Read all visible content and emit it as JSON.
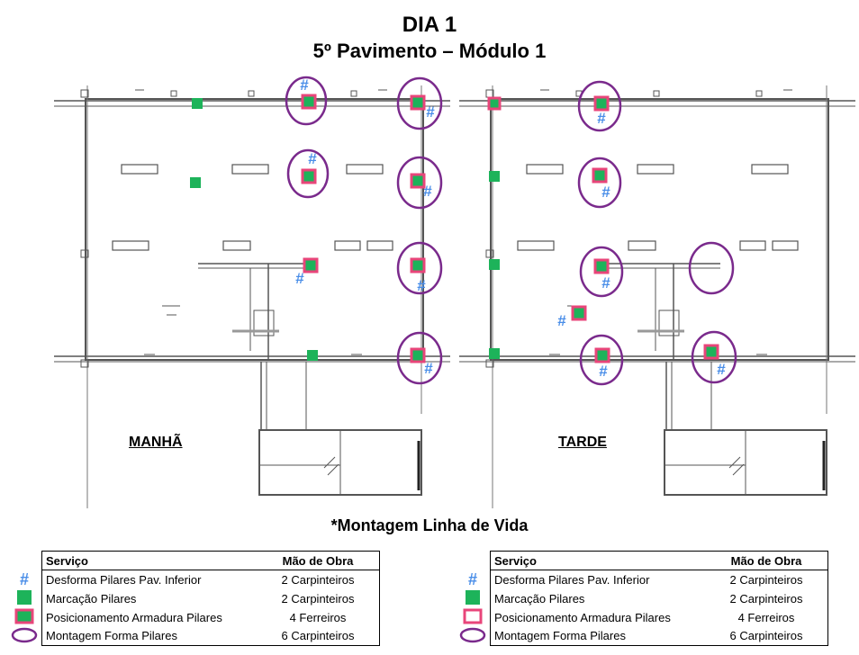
{
  "title": "DIA 1",
  "subtitle": "5º Pavimento – Módulo 1",
  "plans": [
    {
      "label": "MANHÃ"
    },
    {
      "label": "TARDE"
    }
  ],
  "footnote": "*Montagem Linha de Vida",
  "legend_left": {
    "header_service": "Serviço",
    "header_labor": "Mão de Obra",
    "rows": [
      {
        "icon": "hash-icon",
        "service": "Desforma Pilares Pav. Inferior",
        "labor": "2 Carpinteiros"
      },
      {
        "icon": "green-square-icon",
        "service": "Marcação Pilares",
        "labor": "2 Carpinteiros"
      },
      {
        "icon": "pink-framed-green-square-icon",
        "service": "Posicionamento Armadura Pilares",
        "labor": "4 Ferreiros"
      },
      {
        "icon": "purple-ellipse-icon",
        "service": "Montagem Forma Pilares",
        "labor": "6 Carpinteiros"
      }
    ]
  },
  "legend_right": {
    "header_service": "Serviço",
    "header_labor": "Mão de Obra",
    "rows": [
      {
        "icon": "hash-icon",
        "service": "Desforma Pilares Pav. Inferior",
        "labor": "2 Carpinteiros"
      },
      {
        "icon": "green-square-icon",
        "service": "Marcação Pilares",
        "labor": "2 Carpinteiros"
      },
      {
        "icon": "pink-square-outline-icon",
        "service": "Posicionamento Armadura Pilares",
        "labor": "4 Ferreiros"
      },
      {
        "icon": "purple-ellipse-icon",
        "service": "Montagem Forma Pilares",
        "labor": "6 Carpinteiros"
      }
    ]
  },
  "colors": {
    "hash": "#4a8ee8",
    "green": "#1db35a",
    "pink": "#e8457a",
    "purple": "#7a2a8c",
    "line": "#555555"
  }
}
